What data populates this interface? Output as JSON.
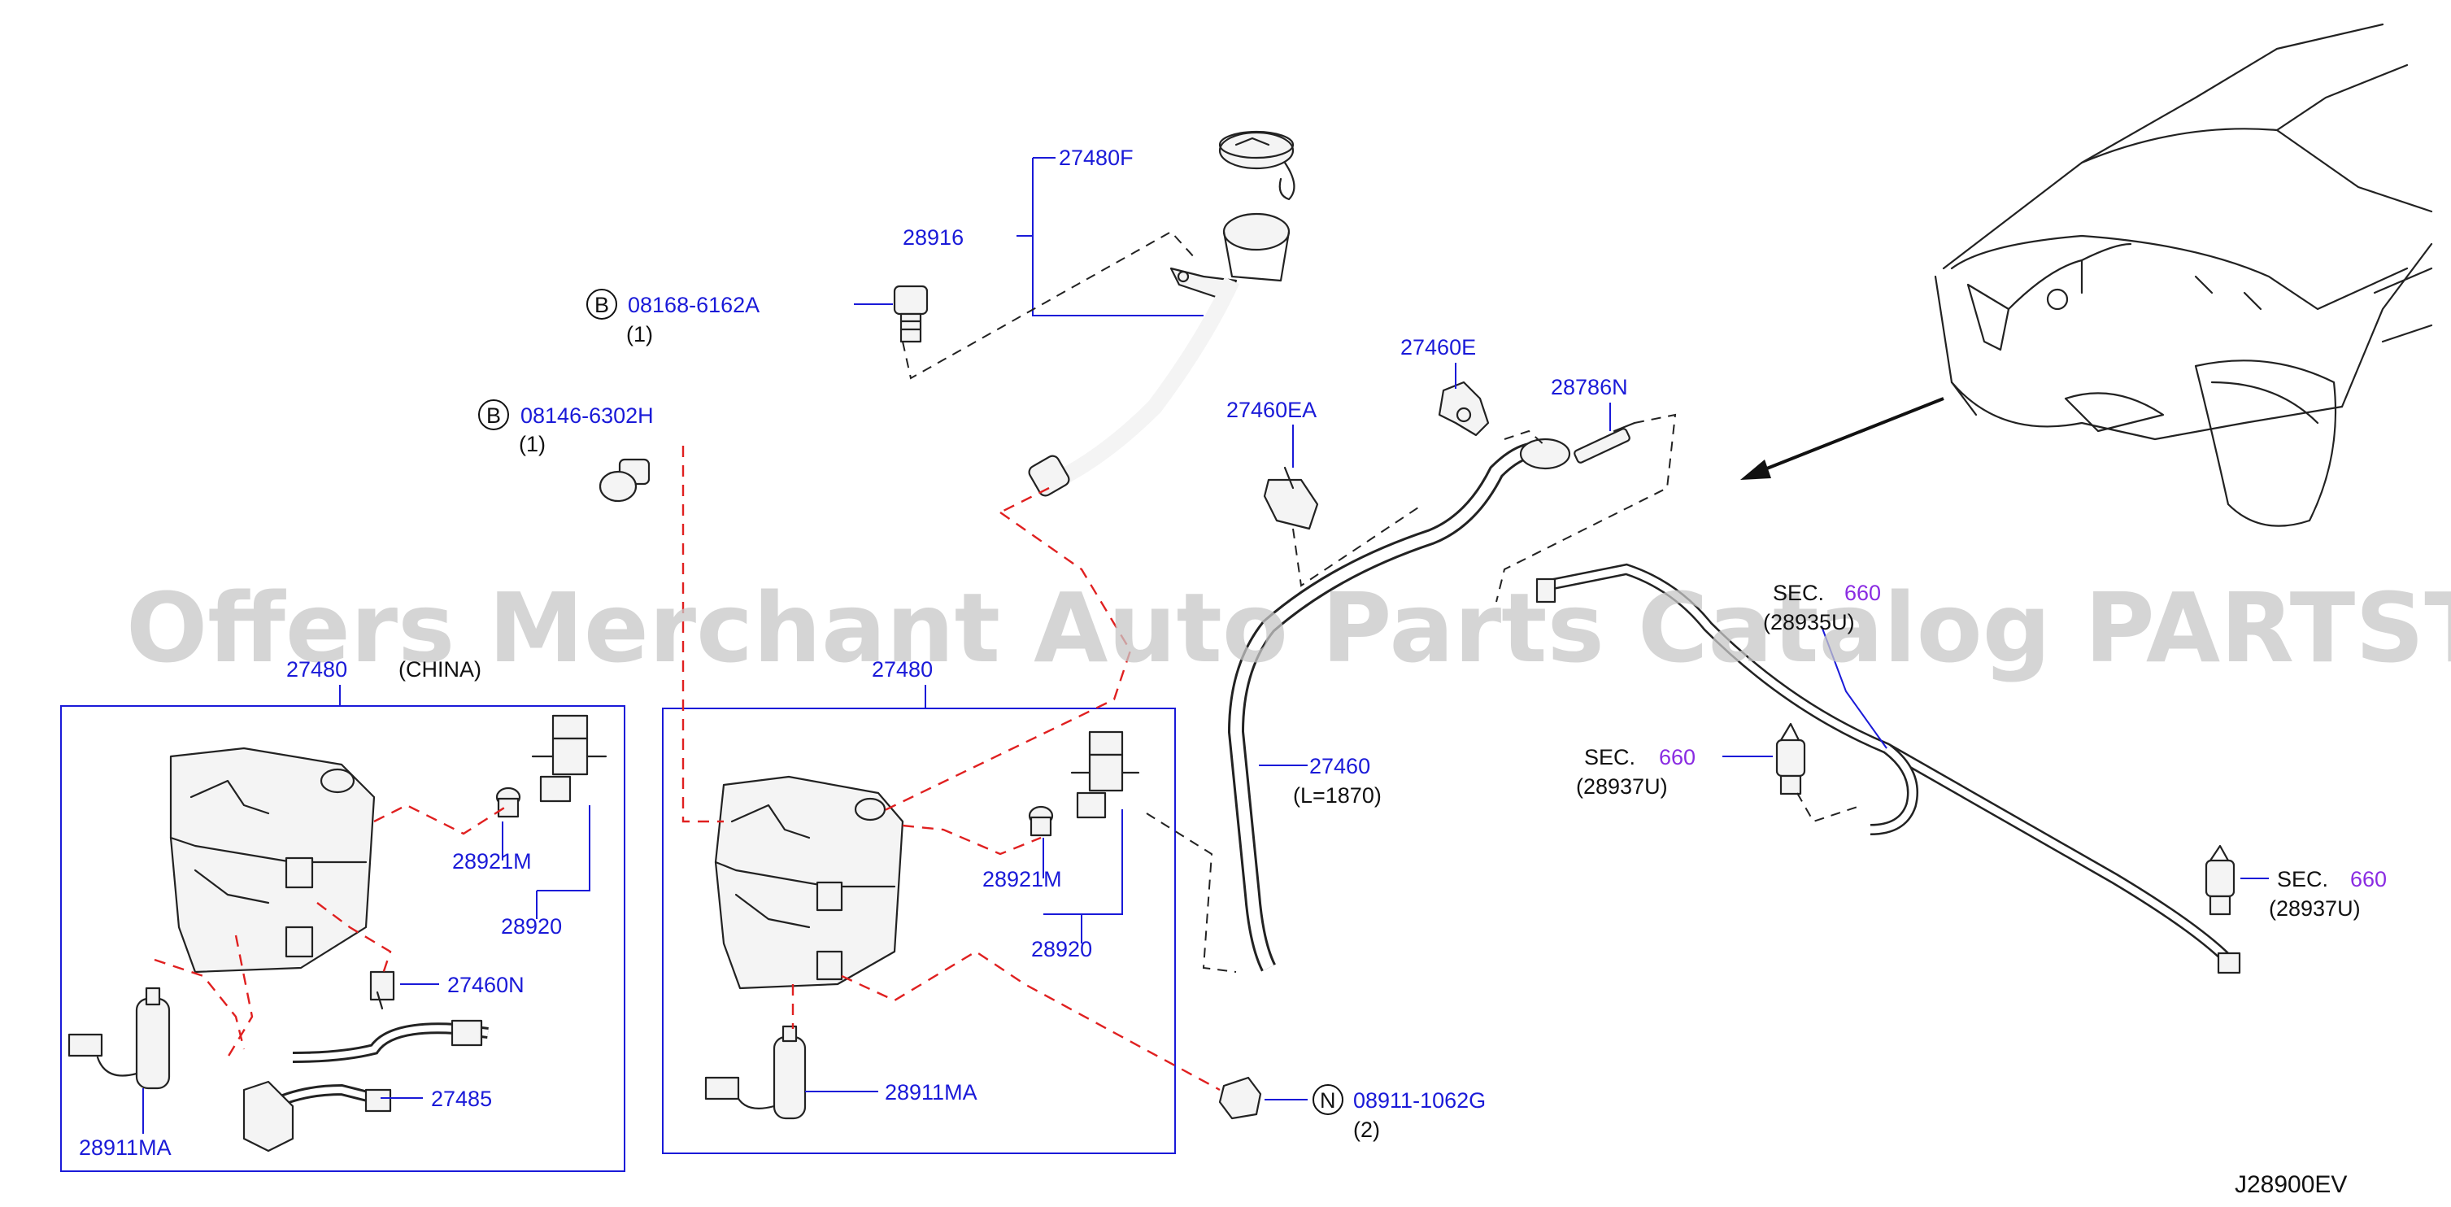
{
  "watermark": "Offers Merchant Auto Parts Catalog PARTSTORE.SA",
  "diagram_code": "J28900EV",
  "labels": {
    "p27480F": "27480F",
    "p28916": "28916",
    "b1_letter": "B",
    "b1_code": "08168-6162A",
    "b1_qty": "(1)",
    "b2_letter": "B",
    "b2_code": "08146-6302H",
    "b2_qty": "(1)",
    "p27460E": "27460E",
    "p27460EA": "27460EA",
    "p28786N": "28786N",
    "p27480_china": "27480",
    "china": "(CHINA)",
    "p27480": "27480",
    "p28921M_a": "28921M",
    "p28920_a": "28920",
    "p27460N": "27460N",
    "p27485": "27485",
    "p28911MA_a": "28911MA",
    "p28921M_b": "28921M",
    "p28920_b": "28920",
    "p28911MA_b": "28911MA",
    "p27460": "27460",
    "p27460_len": "(L=1870)",
    "n_letter": "N",
    "n_code": "08911-1062G",
    "n_qty": "(2)",
    "sec_word": "SEC.",
    "sec_num": "660",
    "sec_ref_top": "(28935U)",
    "sec_ref_mid": "(28937U)",
    "sec_ref_right": "(28937U)"
  },
  "colors": {
    "part_number": "#1a1ad8",
    "section_number": "#8a2be2",
    "dashed_link": "#e02020"
  }
}
